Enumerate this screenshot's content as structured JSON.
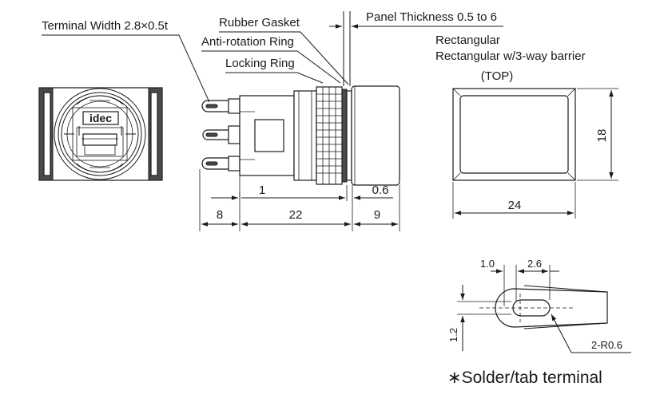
{
  "labels": {
    "terminal_width": "Terminal Width 2.8×0.5t",
    "rubber_gasket": "Rubber Gasket",
    "anti_rotation_ring": "Anti-rotation Ring",
    "locking_ring": "Locking Ring",
    "panel_thickness": "Panel Thickness 0.5 to 6",
    "shape_rectangular": "Rectangular",
    "shape_barrier": "Rectangular w/3-way barrier",
    "top_view": "(TOP)",
    "logo": "idec",
    "terminal_caption": "∗Solder/tab terminal"
  },
  "dimensions": {
    "d_1": "1",
    "d_0_6": "0.6",
    "d_8": "8",
    "d_22": "22",
    "d_9": "9",
    "d_24": "24",
    "d_18": "18",
    "t_1_0": "1.0",
    "t_2_6": "2.6",
    "t_1_2": "1.2",
    "t_r": "2-R0.6"
  }
}
